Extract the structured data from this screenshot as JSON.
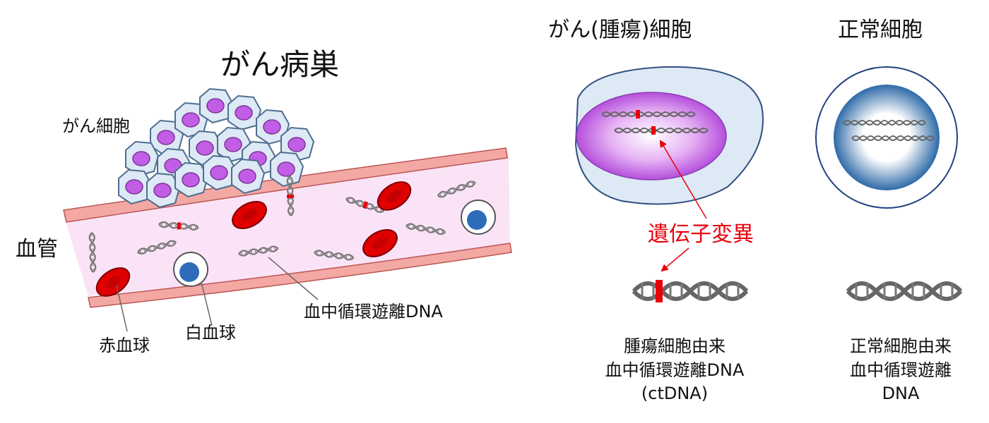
{
  "labels": {
    "tumor_site": "がん病巣",
    "cancer_cell": "がん細胞",
    "blood_vessel": "血管",
    "red_blood_cell": "赤血球",
    "white_blood_cell": "白血球",
    "cfdna": "血中循環遊離DNA",
    "tumor_cell_title": "がん(腫瘍)細胞",
    "normal_cell_title": "正常細胞",
    "mutation": "遺伝子変異",
    "ctdna_line1": "腫瘍細胞由来",
    "ctdna_line2": "血中循環遊離DNA",
    "ctdna_line3": "(ctDNA)",
    "normal_line1": "正常細胞由来",
    "normal_line2": "血中循環遊離",
    "normal_line3": "DNA"
  },
  "colors": {
    "vessel_wall": "#f4a8a4",
    "vessel_interior": "#fbe3f7",
    "cancer_nucleus": "#c25de6",
    "cancer_cytoplasm": "#dde9f5",
    "red_cell": "#e00000",
    "white_cell_nucleus": "#2d6cb8",
    "normal_cell_ring": "#2e6aa8",
    "mutation": "#e8000b",
    "dna": "#7a7a7a"
  }
}
